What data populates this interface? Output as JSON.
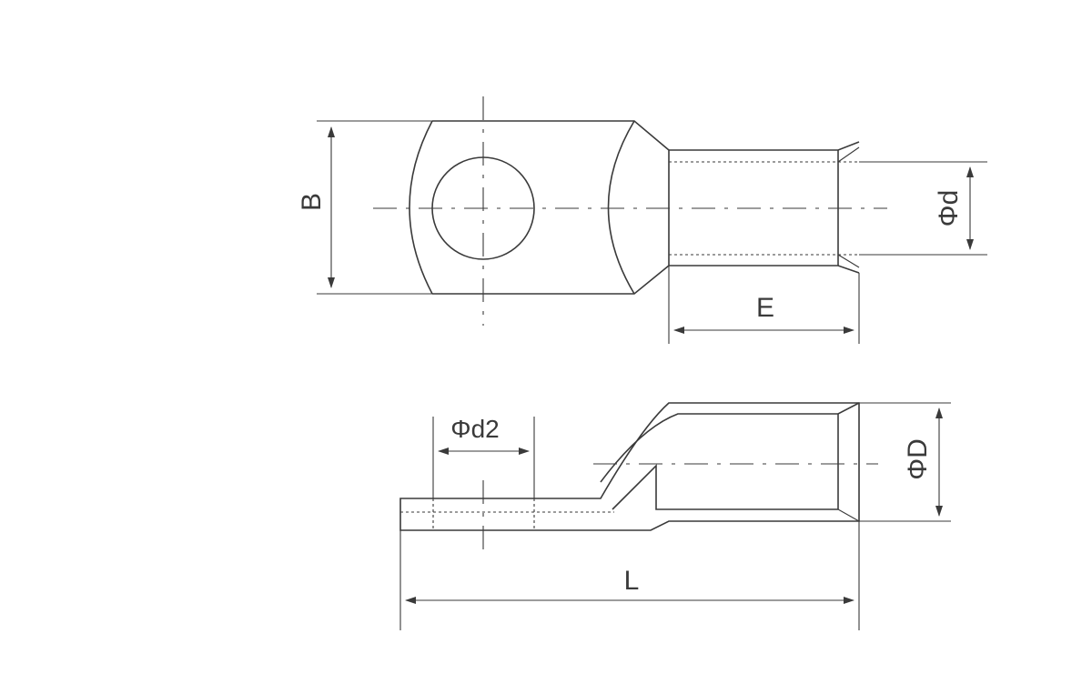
{
  "labels": {
    "B": "B",
    "E": "E",
    "phi_d": "Φd",
    "phi_D": "ΦD",
    "phi_d2": "Φd2",
    "L": "L"
  },
  "colors": {
    "line": "#3a3a3a",
    "background": "#ffffff"
  }
}
